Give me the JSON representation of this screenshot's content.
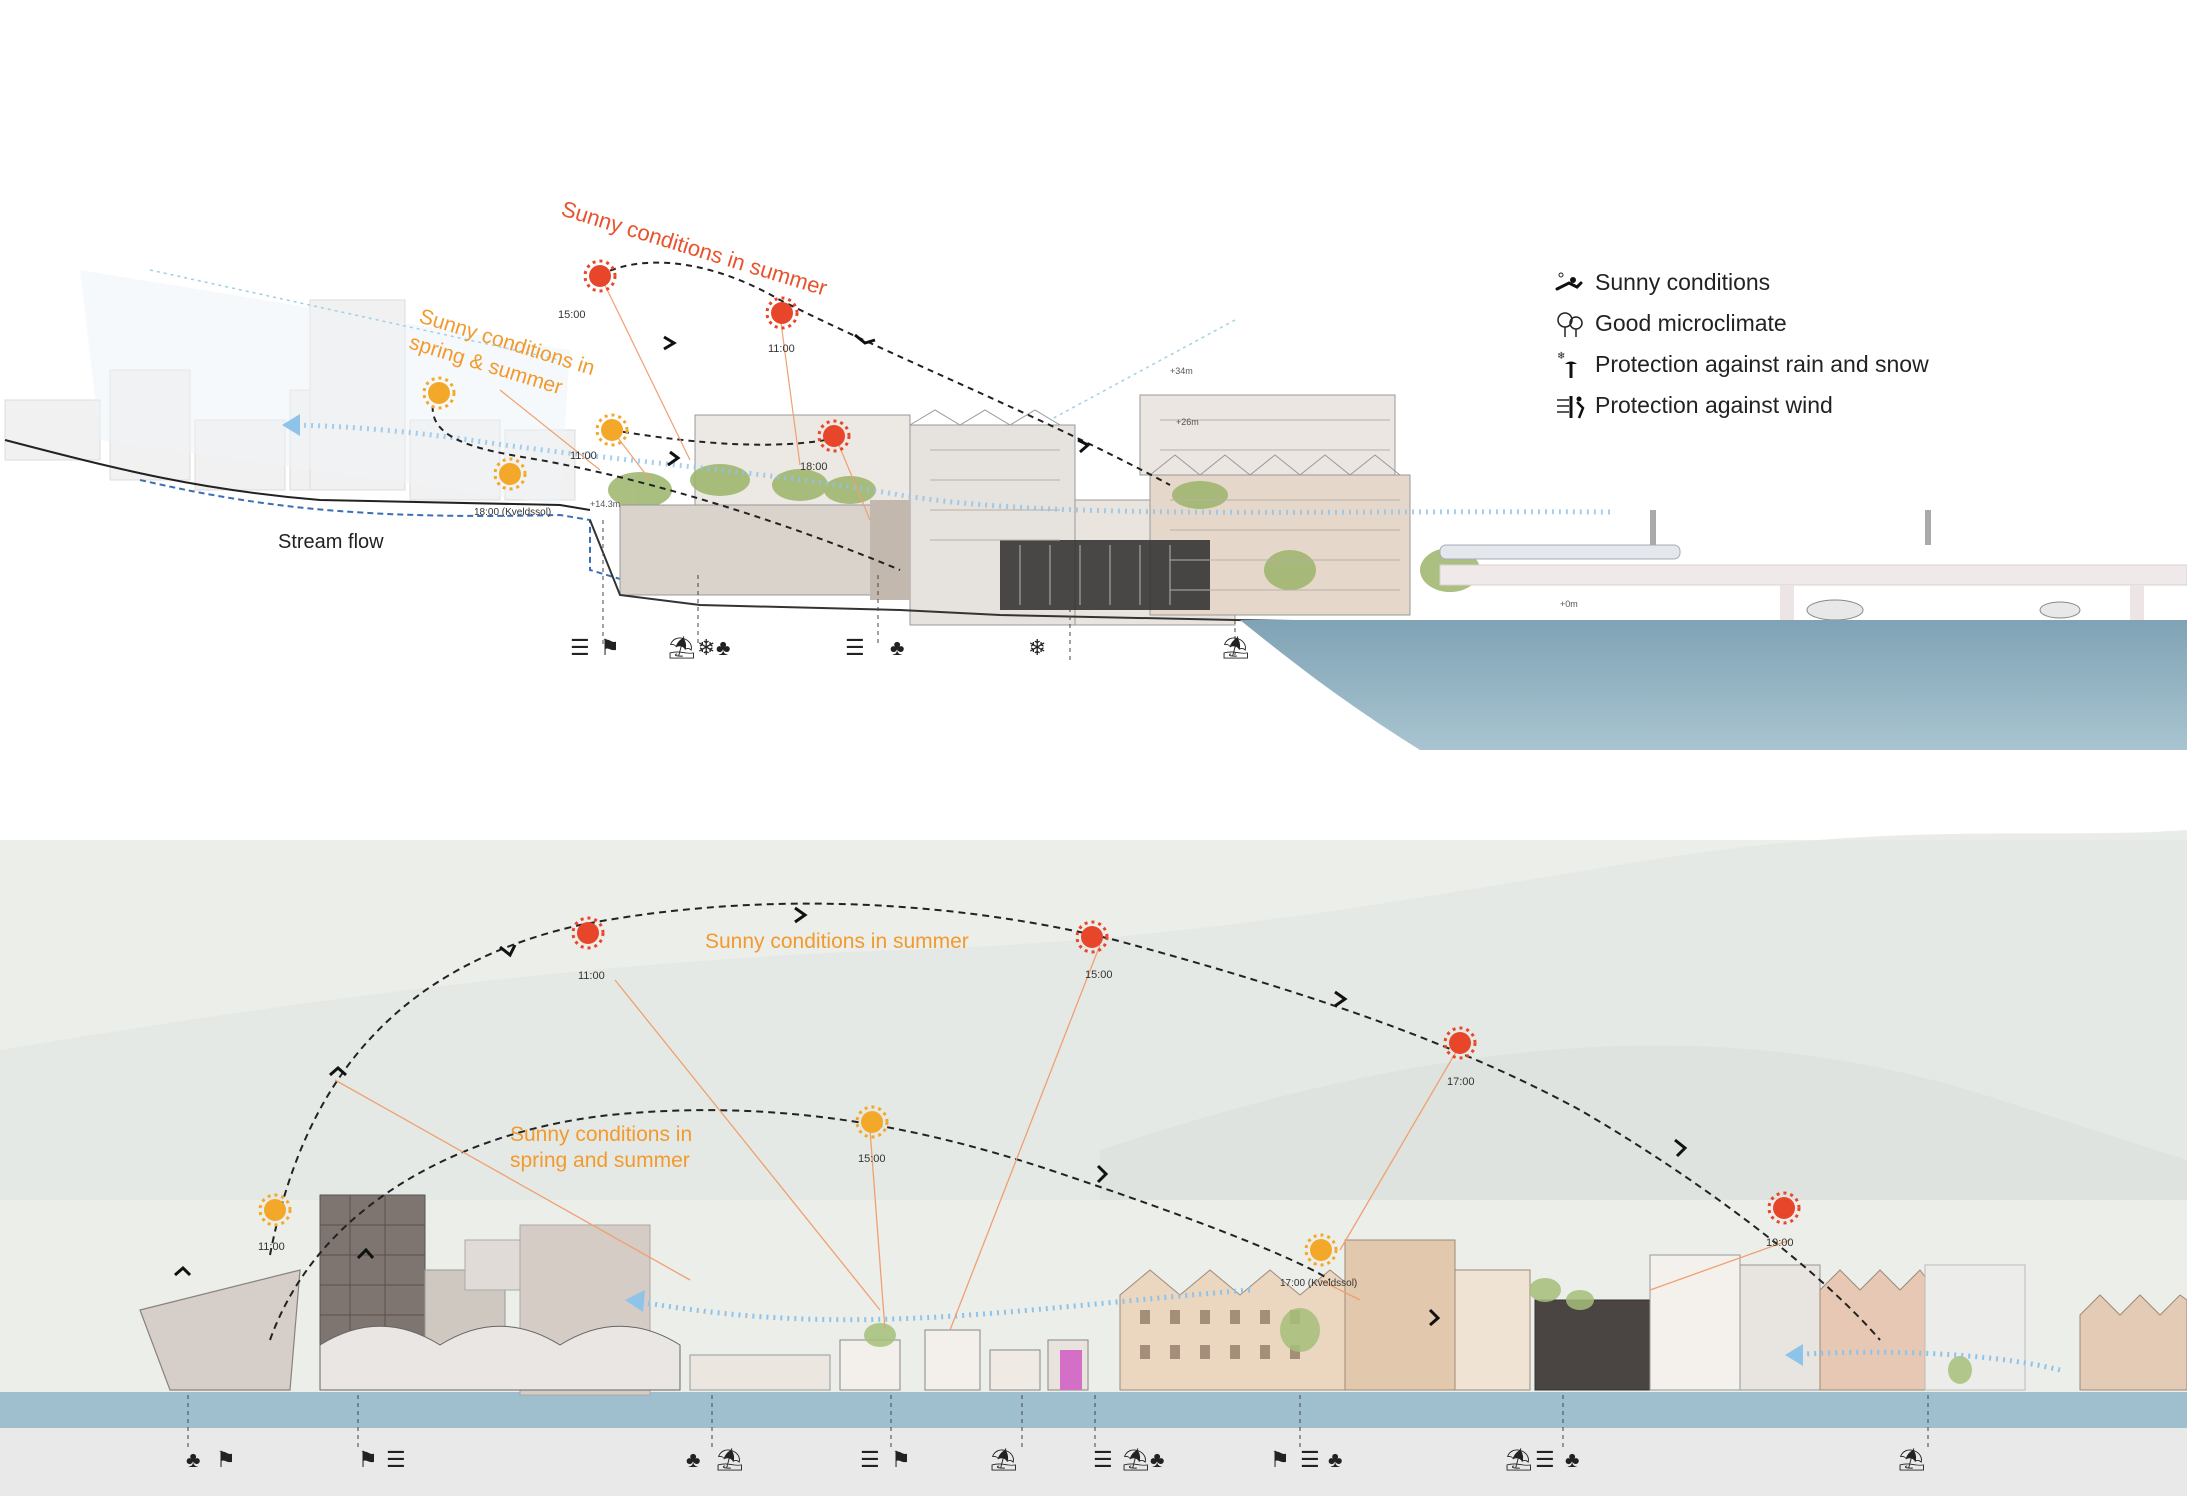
{
  "legend": {
    "items": [
      {
        "icon": "sunbather-icon",
        "label": "Sunny conditions"
      },
      {
        "icon": "tree-cluster-icon",
        "label": "Good microclimate"
      },
      {
        "icon": "umbrella-snow-icon",
        "label": "Protection against rain and snow"
      },
      {
        "icon": "wind-shelter-icon",
        "label": "Protection against wind"
      }
    ]
  },
  "top_section": {
    "summer_label": "Sunny conditions in summer",
    "spring_label_line1": "Sunny conditions in",
    "spring_label_line2": "spring & summer",
    "stream_label": "Stream flow",
    "times": {
      "t15": "15:00",
      "t11": "11:00",
      "t18": "18:00",
      "t11b": "11:00",
      "t18k": "18:00 (Kveldssol)"
    },
    "elevations": {
      "e34": "+34m",
      "e26": "+26m",
      "e143": "+14.3m",
      "e0": "+0m"
    }
  },
  "bottom_section": {
    "summer_label": "Sunny conditions in summer",
    "spring_label_line1": "Sunny conditions in",
    "spring_label_line2": "spring and summer",
    "times": {
      "t11": "11:00",
      "t15": "15:00",
      "t17": "17:00",
      "t19": "19:00",
      "s11": "11:00",
      "s15": "15:00",
      "s17k": "17:00 (Kveldssol)"
    }
  },
  "colors": {
    "summer_sun": "#e8462a",
    "spring_sun": "#f4a82a",
    "summer_text": "#e8532e",
    "spring_text": "#f29a2e",
    "water": "#8fb0c0",
    "stream": "#8ec3ea"
  }
}
